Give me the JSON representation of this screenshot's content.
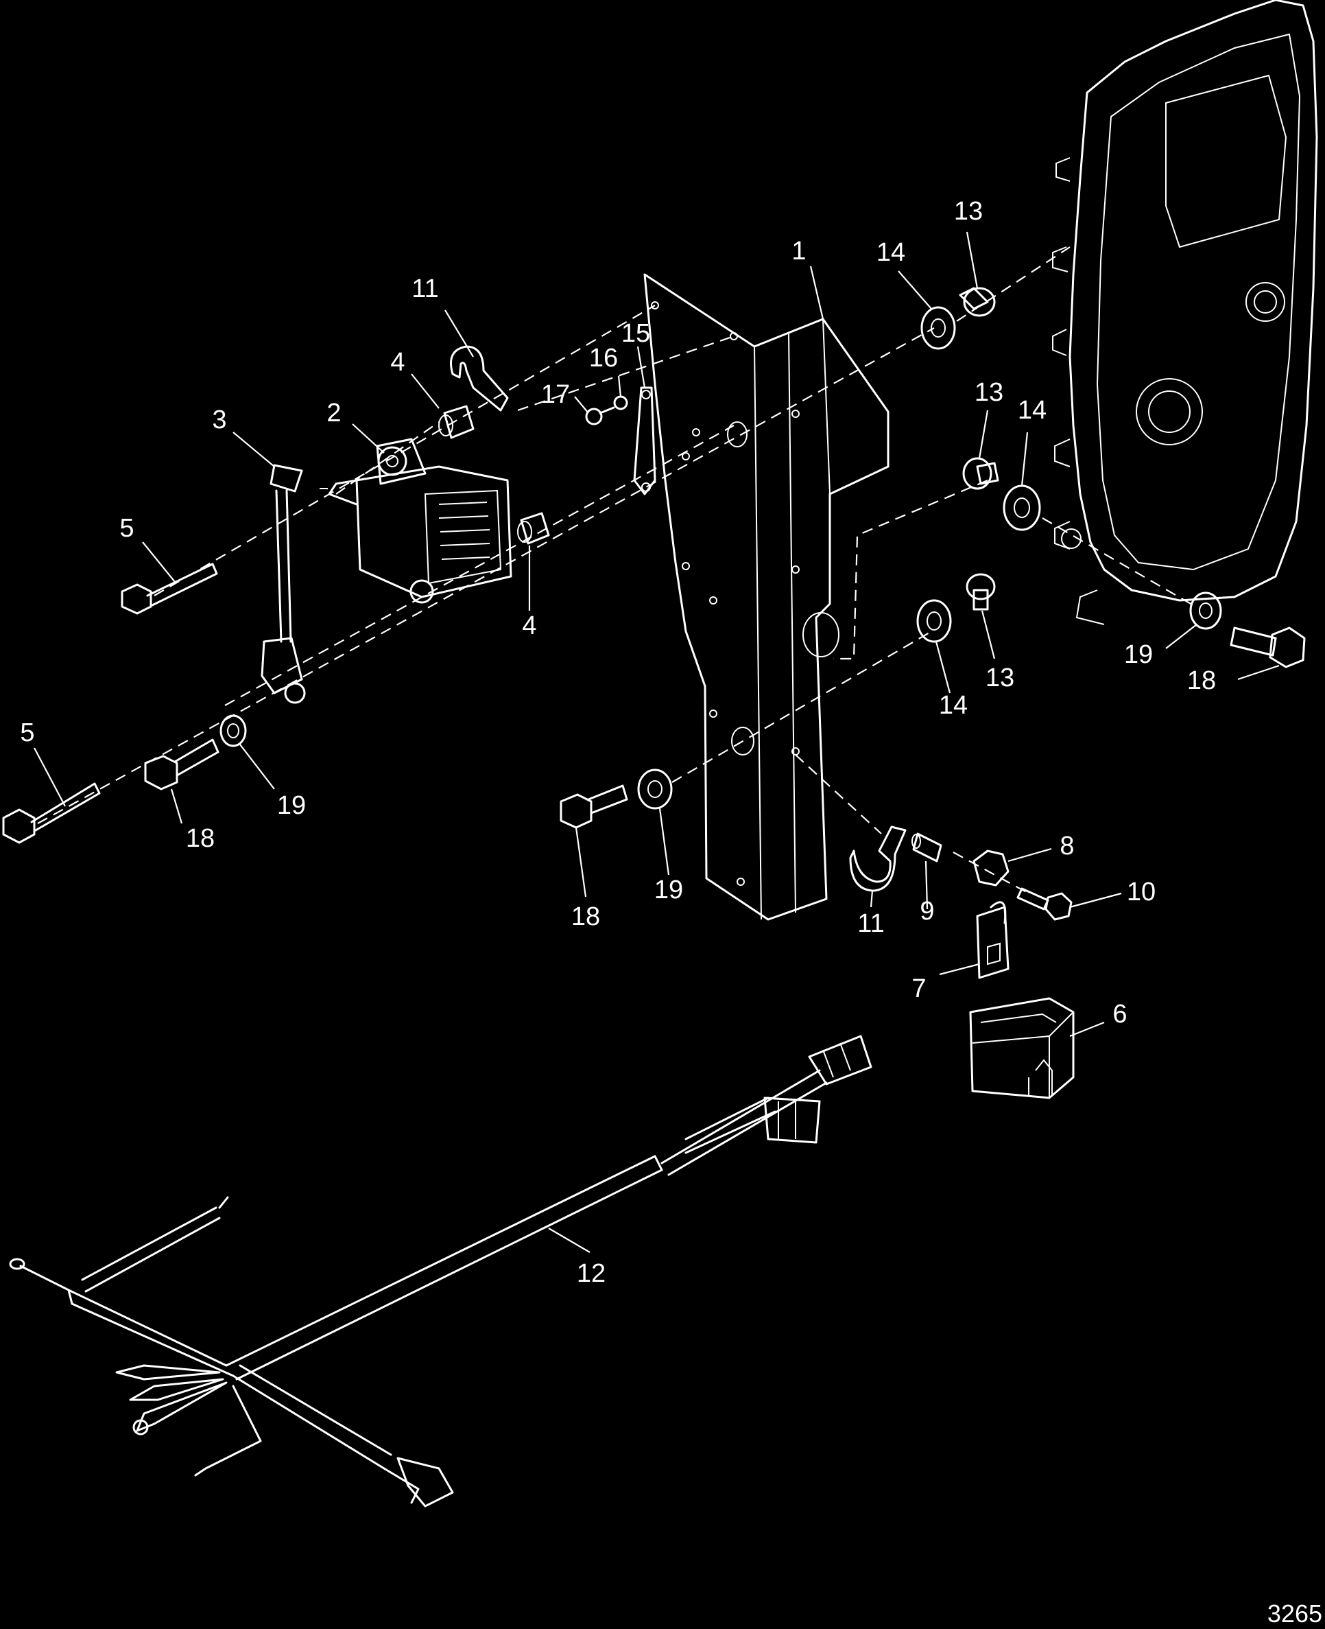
{
  "diagram": {
    "figure_number": "3265",
    "callouts": {
      "c1": "1",
      "c2": "2",
      "c3": "3",
      "c4a": "4",
      "c4b": "4",
      "c5a": "5",
      "c5b": "5",
      "c6": "6",
      "c7": "7",
      "c8": "8",
      "c9": "9",
      "c10": "10",
      "c11a": "11",
      "c11b": "11",
      "c12": "12",
      "c13a": "13",
      "c13b": "13",
      "c13c": "13",
      "c14a": "14",
      "c14b": "14",
      "c14c": "14",
      "c15": "15",
      "c16": "16",
      "c17": "17",
      "c18a": "18",
      "c18b": "18",
      "c18c": "18",
      "c19a": "19",
      "c19b": "19",
      "c19c": "19"
    }
  }
}
